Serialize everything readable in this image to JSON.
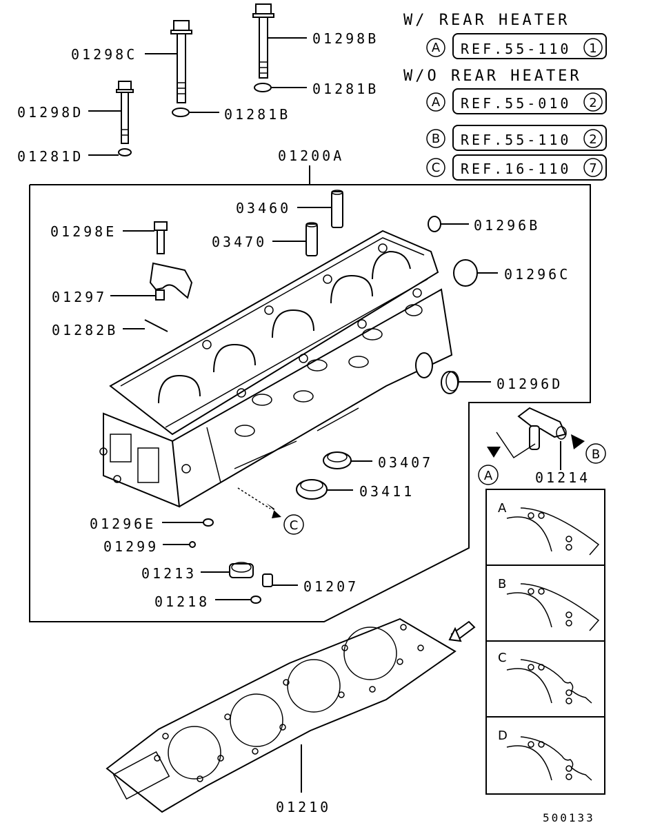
{
  "legend": {
    "with_heater": "W/ REAR HEATER",
    "without_heater": "W/O REAR HEATER",
    "refs": [
      {
        "circle": "A",
        "text": "REF.55-110",
        "sheet": "1"
      },
      {
        "circle": "A",
        "text": "REF.55-010",
        "sheet": "2"
      },
      {
        "circle": "B",
        "text": "REF.55-110",
        "sheet": "2"
      },
      {
        "circle": "C",
        "text": "REF.16-110",
        "sheet": "7"
      }
    ]
  },
  "parts": {
    "p01298C": "01298C",
    "p01298B": "01298B",
    "p01281B_top": "01281B",
    "p01281B": "01281B",
    "p01298D": "01298D",
    "p01281D": "01281D",
    "p01200A": "01200A",
    "p03460": "03460",
    "p03470": "03470",
    "p01298E": "01298E",
    "p01297": "01297",
    "p01282B": "01282B",
    "p01296B": "01296B",
    "p01296C": "01296C",
    "p01296D": "01296D",
    "p03407": "03407",
    "p03411": "03411",
    "p01296E": "01296E",
    "p01299": "01299",
    "p01213": "01213",
    "p01207": "01207",
    "p01218": "01218",
    "p01214": "01214",
    "p01210": "01210"
  },
  "callouts": {
    "a": "A",
    "b": "B",
    "c": "C"
  },
  "variants": [
    "A",
    "B",
    "C",
    "D"
  ],
  "diagram_code": "500133"
}
